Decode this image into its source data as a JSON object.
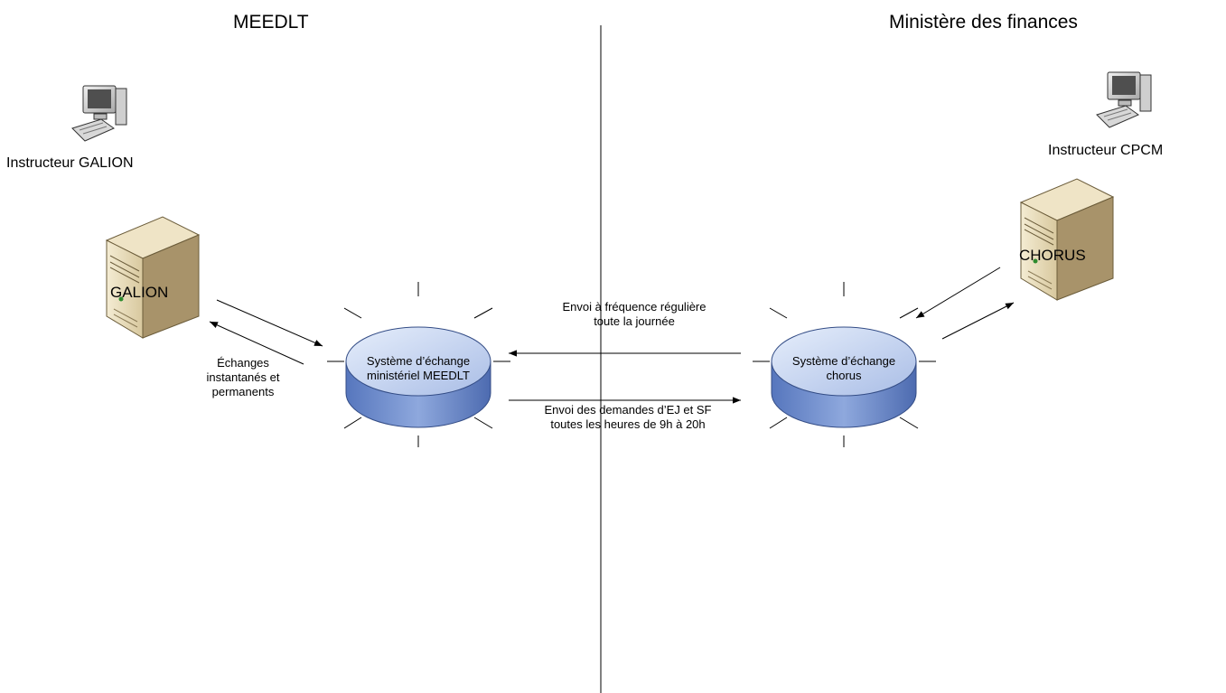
{
  "zones": {
    "left_title": "MEEDLT",
    "right_title": "Ministère des finances"
  },
  "workstations": {
    "left_label": "Instructeur GALION",
    "right_label": "Instructeur CPCM"
  },
  "servers": {
    "left_label": "GALION",
    "right_label": "CHORUS"
  },
  "routers": {
    "left_label": "Système d’échange ministériel MEEDLT",
    "right_label": "Système d’échange chorus"
  },
  "flows": {
    "galion_exchange": "Échanges instantanés et permanents",
    "chorus_to_meedlt": "Envoi à fréquence régulière toute la journée",
    "meedlt_to_chorus": "Envoi des demandes d’EJ et SF toutes les heures de 9h à 20h"
  },
  "colors": {
    "router_top": "#c9d7f0",
    "router_side": "#6f8ed0",
    "server_face": "#e9dcb8",
    "server_side": "#b9a57a"
  }
}
